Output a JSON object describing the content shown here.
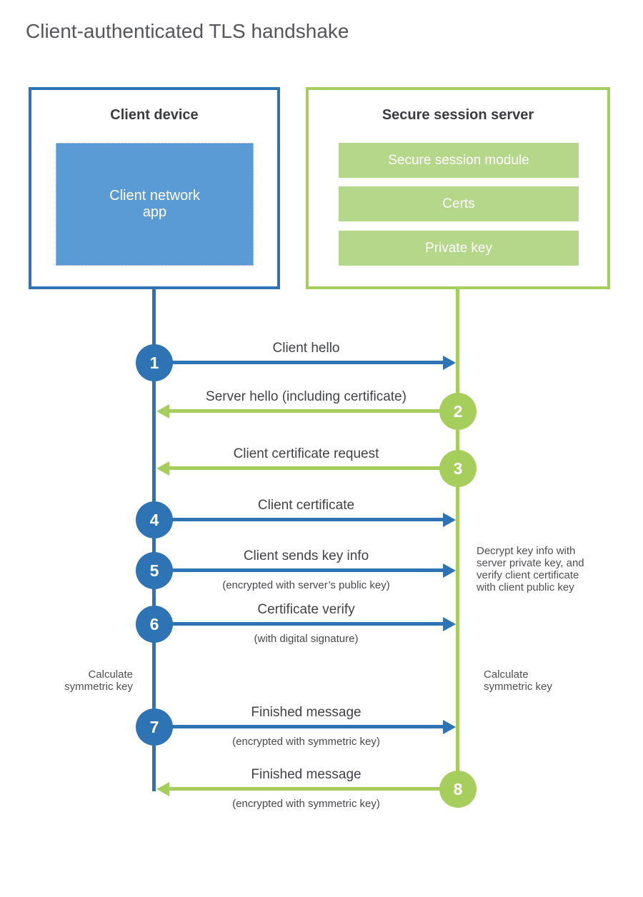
{
  "title": "Client-authenticated TLS handshake",
  "client_box": {
    "title": "Client device",
    "app": "Client network app"
  },
  "server_box": {
    "title": "Secure session server",
    "modules": [
      "Secure session module",
      "Certs",
      "Private key"
    ]
  },
  "messages": [
    {
      "num": "1",
      "label": "Client hello",
      "sub": ""
    },
    {
      "num": "2",
      "label": "Server hello (including certificate)",
      "sub": ""
    },
    {
      "num": "3",
      "label": "Client certificate request",
      "sub": ""
    },
    {
      "num": "4",
      "label": "Client certificate",
      "sub": ""
    },
    {
      "num": "5",
      "label": "Client sends key info",
      "sub": "(encrypted with server’s public key)"
    },
    {
      "num": "6",
      "label": "Certificate verify",
      "sub": "(with digital signature)"
    },
    {
      "num": "7",
      "label": "Finished message",
      "sub": "(encrypted with symmetric key)"
    },
    {
      "num": "8",
      "label": "Finished message",
      "sub": "(encrypted with symmetric key)"
    }
  ],
  "annotations": {
    "decrypt": "Decrypt key info with\nserver private key, and\nverify client certificate\nwith client public key",
    "calc_left": "Calculate\nsymmetric key",
    "calc_right": "Calculate\nsymmetric key"
  },
  "colors": {
    "blue": "#2e74b5",
    "blue_fill": "#5b9bd5",
    "green": "#a6ce5c",
    "green_fill": "#b5d78a"
  }
}
